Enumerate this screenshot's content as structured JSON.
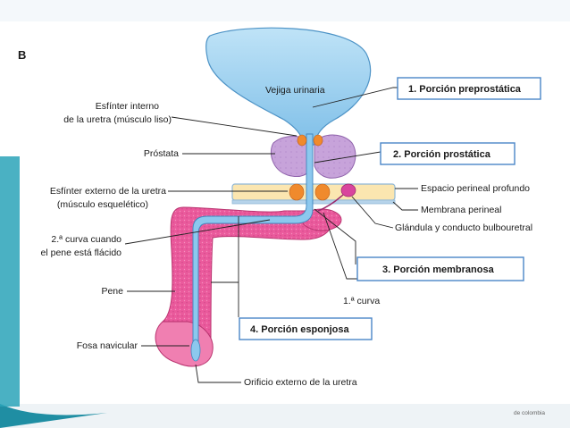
{
  "figure_letter": "B",
  "labels": {
    "vejiga": "Vejiga urinaria",
    "esfinter_interno_1": "Esfínter interno",
    "esfinter_interno_2": "de la uretra (músculo liso)",
    "prostata": "Próstata",
    "esfinter_externo_1": "Esfínter externo de la uretra",
    "esfinter_externo_2": "(músculo esquelético)",
    "segunda_curva_1": "2.ª curva cuando",
    "segunda_curva_2": "el pene está flácido",
    "pene": "Pene",
    "fosa_navicular": "Fosa navicular",
    "espacio_perineal": "Espacio perineal profundo",
    "membrana_perineal": "Membrana perineal",
    "glandula": "Glándula y conducto bulbouretral",
    "primera_curva": "1.ª curva",
    "orificio": "Orificio externo de la uretra"
  },
  "callouts": {
    "c1": "1. Porción preprostática",
    "c2": "2. Porción prostática",
    "c3": "3. Porción membranosa",
    "c4": "4. Porción esponjosa"
  },
  "footer": {
    "right": "de colombia"
  },
  "colors": {
    "bladder": "#9fd1f0",
    "prostate": "#c9a6db",
    "penis": "#e84f96",
    "perineal_space": "#fbe6b0",
    "sphincter": "#f08a2c",
    "callout_border": "#4a86c8",
    "slide_accent": "#2aa3b8"
  }
}
